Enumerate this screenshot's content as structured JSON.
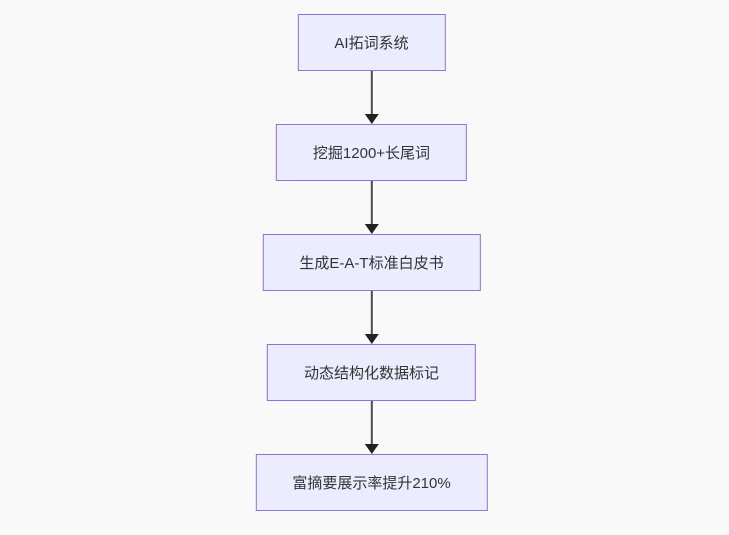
{
  "diagram": {
    "type": "flowchart",
    "direction": "top-down",
    "nodes": [
      {
        "id": "n1",
        "label": "AI拓词系统"
      },
      {
        "id": "n2",
        "label": "挖掘1200+长尾词"
      },
      {
        "id": "n3",
        "label": "生成E-A-T标准白皮书"
      },
      {
        "id": "n4",
        "label": "动态结构化数据标记"
      },
      {
        "id": "n5",
        "label": "富摘要展示率提升210%"
      }
    ],
    "edges": [
      {
        "from": "n1",
        "to": "n2"
      },
      {
        "from": "n2",
        "to": "n3"
      },
      {
        "from": "n3",
        "to": "n4"
      },
      {
        "from": "n4",
        "to": "n5"
      }
    ],
    "colors": {
      "background": "#f9f9f9",
      "node_fill": "#ececff",
      "node_border": "#9370db",
      "edge_line": "#4d4d4d",
      "arrowhead": "#222222",
      "text": "#333333"
    }
  }
}
